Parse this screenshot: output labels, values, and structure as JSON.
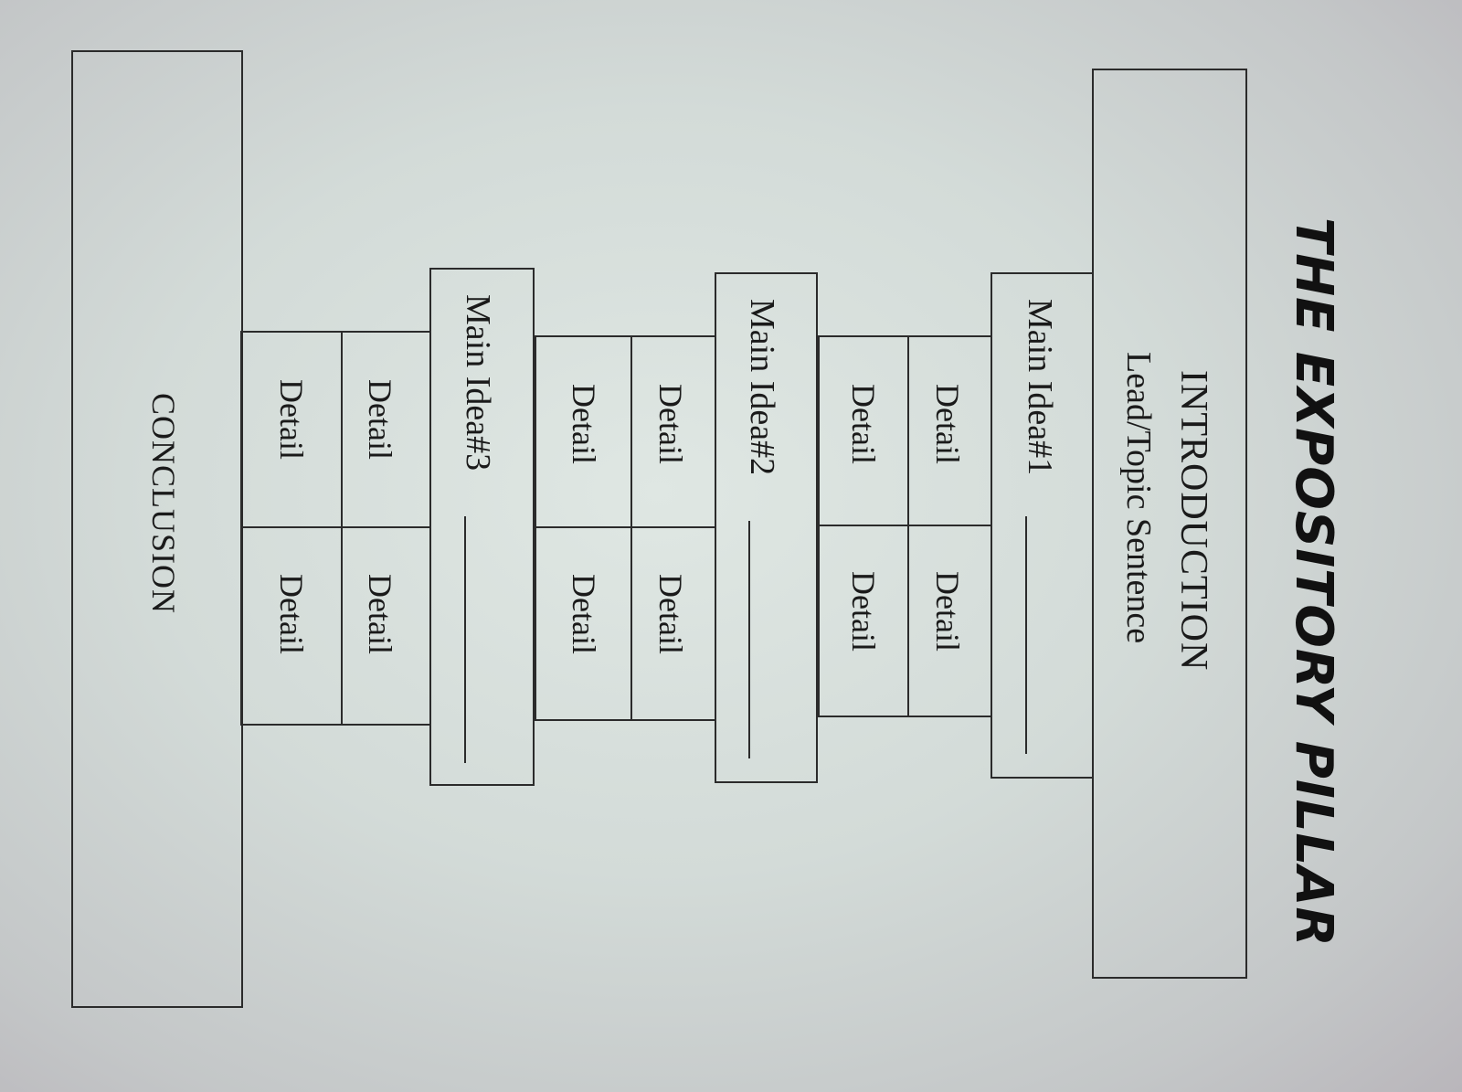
{
  "diagram": {
    "title": "THE EXPOSITORY PILLAR",
    "introduction": {
      "heading": "INTRODUCTION",
      "subheading": "Lead/Topic Sentence"
    },
    "main_ideas": [
      {
        "label": "Main Idea#1",
        "details": [
          "Detail",
          "Detail",
          "Detail",
          "Detail"
        ]
      },
      {
        "label": "Main Idea#2",
        "details": [
          "Detail",
          "Detail",
          "Detail",
          "Detail"
        ]
      },
      {
        "label": "Main Idea#3",
        "details": [
          "Detail",
          "Detail",
          "Detail",
          "Detail"
        ]
      }
    ],
    "conclusion": "CONCLUSION"
  }
}
